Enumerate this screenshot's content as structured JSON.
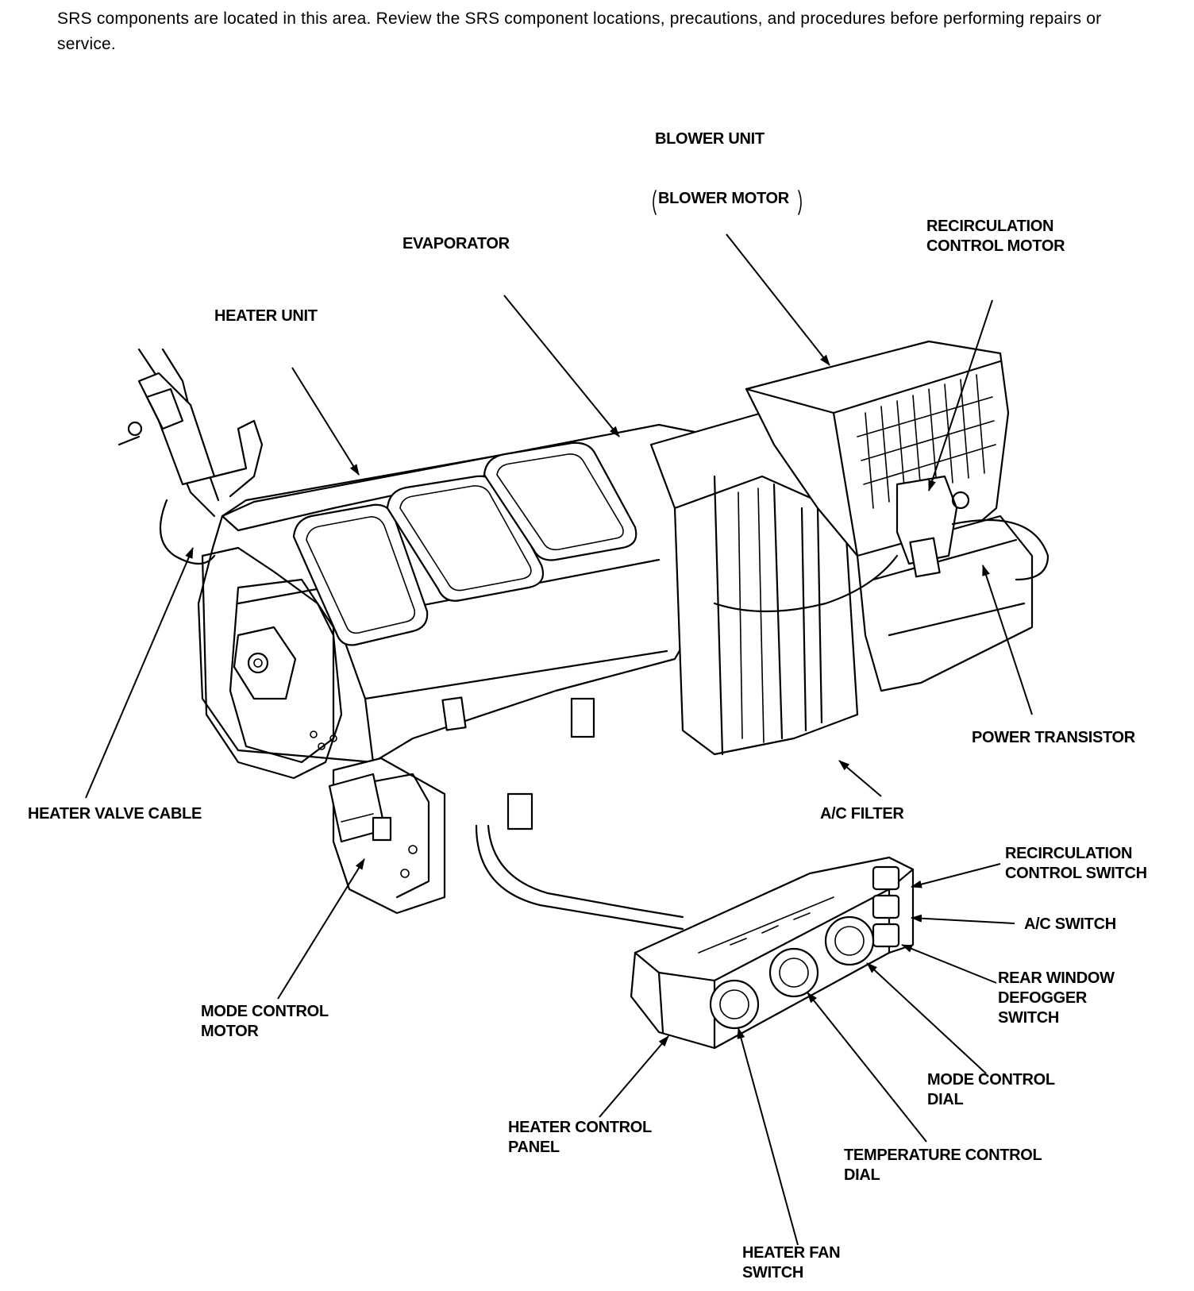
{
  "note": "SRS components are located in this area. Review the SRS component locations, precautions, and procedures before performing repairs or service.",
  "labels": {
    "blower_unit": [
      "BLOWER UNIT"
    ],
    "blower_motor": [
      "BLOWER MOTOR"
    ],
    "recirc_motor": [
      "RECIRCULATION",
      "CONTROL MOTOR"
    ],
    "evaporator": [
      "EVAPORATOR"
    ],
    "heater_unit": [
      "HEATER UNIT"
    ],
    "power_transistor": [
      "POWER TRANSISTOR"
    ],
    "heater_valve_cable": [
      "HEATER VALVE CABLE"
    ],
    "ac_filter": [
      "A/C FILTER"
    ],
    "recirc_switch": [
      "RECIRCULATION",
      "CONTROL SWITCH"
    ],
    "ac_switch": [
      "A/C SWITCH"
    ],
    "defogger_switch": [
      "REAR WINDOW",
      "DEFOGGER",
      "SWITCH"
    ],
    "mode_motor": [
      "MODE CONTROL",
      "MOTOR"
    ],
    "mode_dial": [
      "MODE CONTROL",
      "DIAL"
    ],
    "heater_panel": [
      "HEATER CONTROL",
      "PANEL"
    ],
    "temp_dial": [
      "TEMPERATURE CONTROL",
      "DIAL"
    ],
    "fan_switch": [
      "HEATER FAN",
      "SWITCH"
    ]
  }
}
